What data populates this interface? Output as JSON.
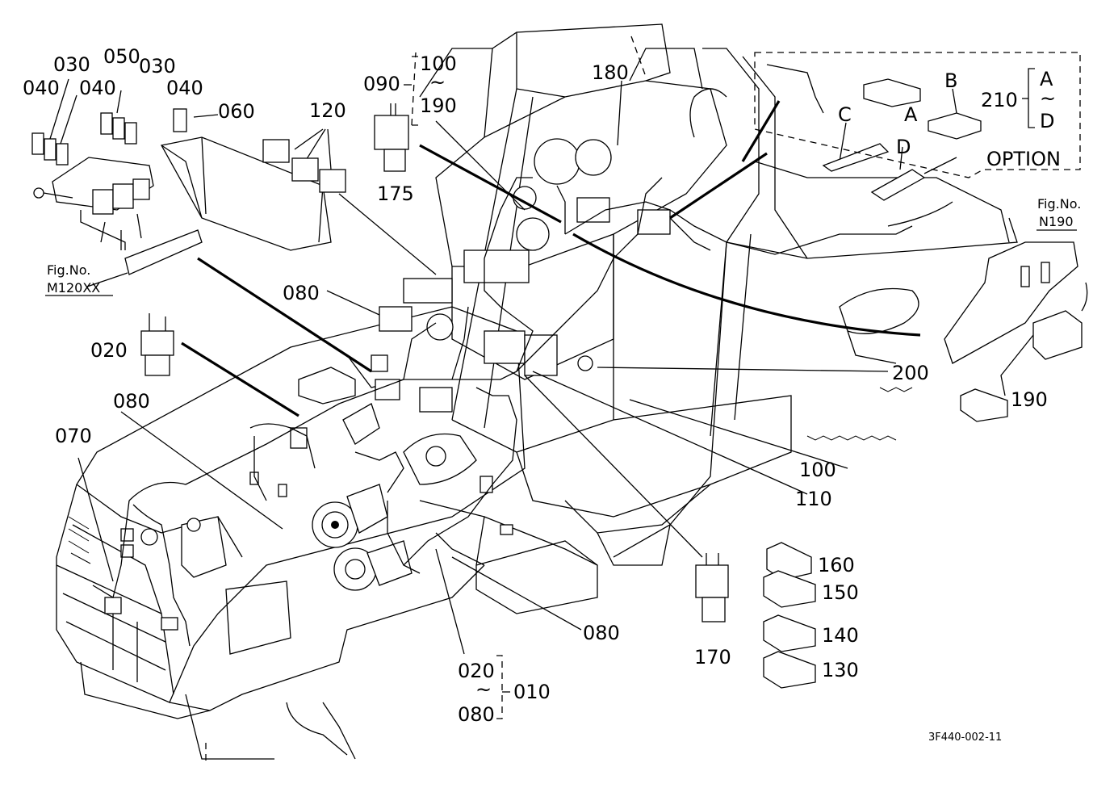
{
  "figure_ref_left": {
    "line1": "Fig.No.",
    "line2": "M120XX"
  },
  "figure_ref_right": {
    "line1": "Fig.No.",
    "line2": "N190"
  },
  "option_box": {
    "title": "OPTION",
    "ref": "210",
    "range_top": "A",
    "tilde": "~",
    "range_bottom": "D",
    "letters": {
      "a": "A",
      "b": "B",
      "c": "C",
      "d": "D"
    }
  },
  "range_090": {
    "ref": "090",
    "from": "100",
    "tilde": "~",
    "to": "190"
  },
  "range_010": {
    "ref": "010",
    "from": "020",
    "tilde": "~",
    "to": "080"
  },
  "part_labels": {
    "p040a": "040",
    "p030a": "030",
    "p040b": "040",
    "p050": "050",
    "p030b": "030",
    "p040c": "040",
    "p060": "060",
    "p120": "120",
    "p175": "175",
    "p180": "180",
    "p080a": "080",
    "p020": "020",
    "p080b": "080",
    "p070": "070",
    "p200": "200",
    "p190": "190",
    "p100": "100",
    "p110": "110",
    "p160": "160",
    "p150": "150",
    "p140": "140",
    "p130": "130",
    "p170": "170",
    "p080c": "080"
  },
  "drawing_code": "3F440-002-11"
}
